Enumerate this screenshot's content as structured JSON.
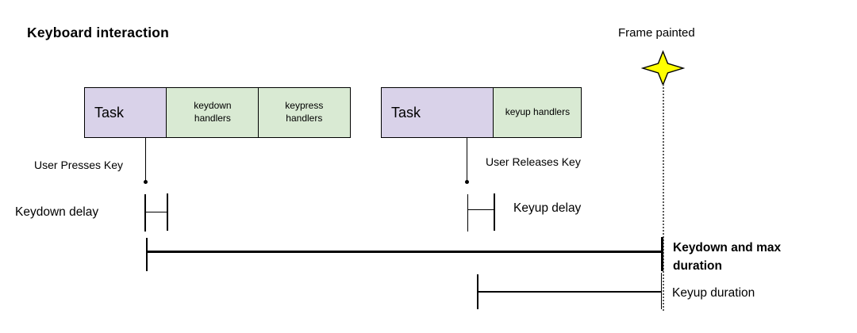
{
  "title": "Keyboard interaction",
  "frame": {
    "label": "Frame painted",
    "marker_icon": "four-point-star-icon"
  },
  "colors": {
    "task_fill": "#d9d2e9",
    "handlers_fill": "#d9ead3",
    "star_fill": "#ffff00",
    "line": "#000000"
  },
  "tracks": {
    "keydown": {
      "task_label": "Task",
      "handlers": [
        "keydown handlers",
        "keypress handlers"
      ],
      "event_label": "User Presses Key",
      "delay_label": "Keydown delay",
      "duration_label": "Keydown and max duration"
    },
    "keyup": {
      "task_label": "Task",
      "handlers": [
        "keyup handlers"
      ],
      "event_label": "User Releases Key",
      "delay_label": "Keyup delay",
      "duration_label": "Keyup duration"
    }
  }
}
